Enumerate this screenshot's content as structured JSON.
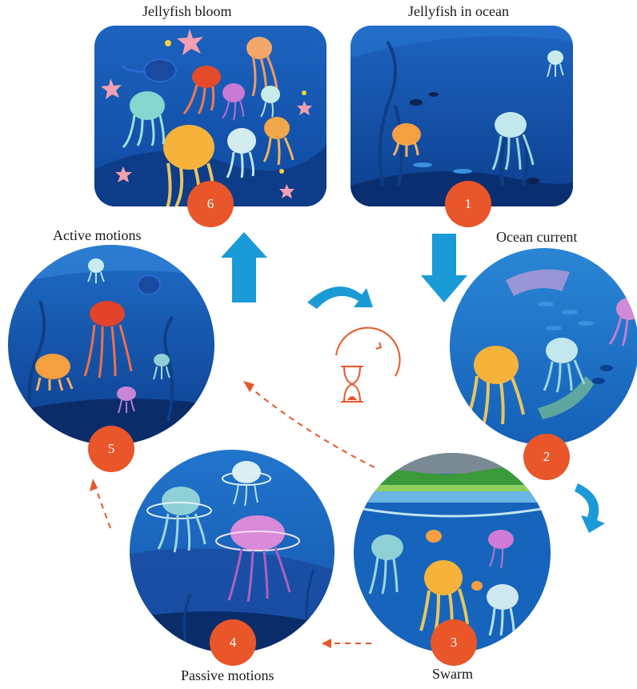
{
  "stages": [
    {
      "number": "1",
      "label": "Jellyfish in ocean"
    },
    {
      "number": "2",
      "label": "Ocean current"
    },
    {
      "number": "3",
      "label": "Swarm"
    },
    {
      "number": "4",
      "label": "Passive motions"
    },
    {
      "number": "5",
      "label": "Active motions"
    },
    {
      "number": "6",
      "label": "Jellyfish bloom"
    }
  ],
  "colors": {
    "accent": "#e8562a",
    "arrow_blue": "#1a9ad6",
    "ocean_deep": "#0d3f8f",
    "ocean_mid": "#1560b8",
    "ocean_light": "#2a86d4"
  },
  "icons": {
    "center": "hourglass-icon",
    "jellyfish": "jellyfish-icon"
  }
}
